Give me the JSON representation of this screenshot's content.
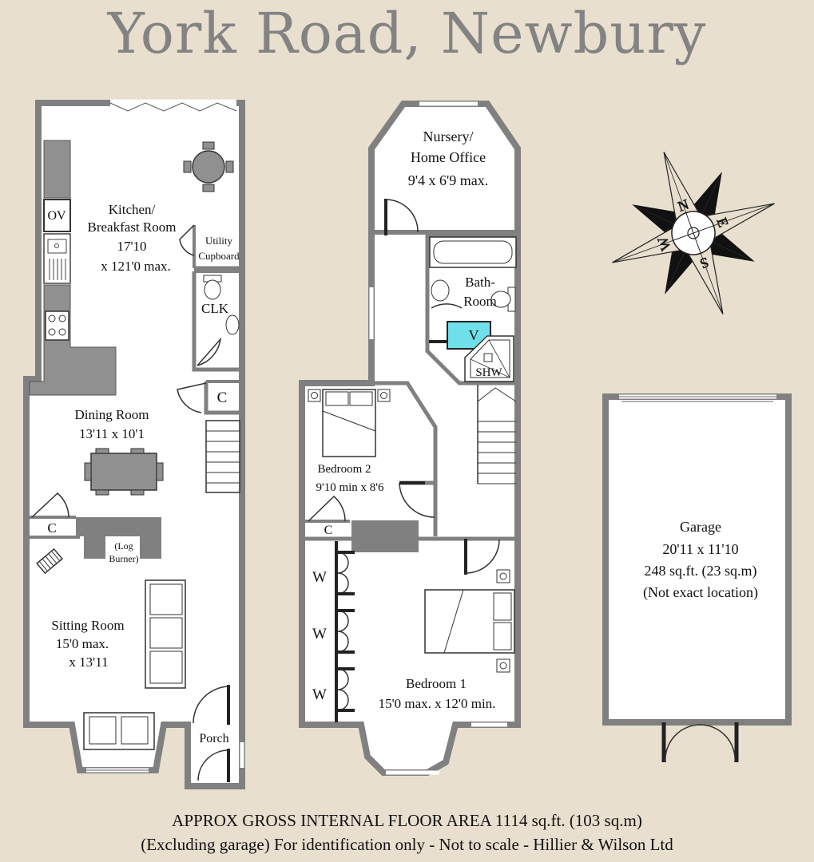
{
  "title": "York Road, Newbury",
  "ground_floor": {
    "kitchen": {
      "name_line1": "Kitchen/",
      "name_line2": "Breakfast Room",
      "dim_line1": "17'10",
      "dim_line2": "x 121'0 max."
    },
    "oven": "OV",
    "utility": {
      "line1": "Utility",
      "line2": "Cupboard"
    },
    "clk": "CLK",
    "cupboard_stairs": "C",
    "dining": {
      "name": "Dining Room",
      "dims": "13'11 x 10'1"
    },
    "cupboard_dining": "C",
    "log_burner": {
      "line1": "(Log",
      "line2": "Burner)"
    },
    "sitting": {
      "name": "Sitting Room",
      "dim_line1": "15'0 max.",
      "dim_line2": "x 13'11"
    },
    "porch": "Porch"
  },
  "first_floor": {
    "nursery": {
      "line1": "Nursery/",
      "line2": "Home Office",
      "dims": "9'4 x 6'9 max."
    },
    "bathroom": {
      "line1": "Bath-",
      "line2": "Room"
    },
    "vessel": "V",
    "shower": "SHW",
    "bedroom2": {
      "name": "Bedroom 2",
      "dims": "9'10 min x 8'6"
    },
    "cupboard_bed2": "C",
    "wardrobes": [
      "W",
      "W",
      "W"
    ],
    "bedroom1": {
      "name": "Bedroom 1",
      "dims": "15'0 max. x 12'0 min."
    }
  },
  "garage": {
    "name": "Garage",
    "dims": "20'11 x 11'10",
    "area": "248 sq.ft. (23 sq.m)",
    "note": "(Not exact location)"
  },
  "compass": {
    "north": "N",
    "east": "E",
    "south": "S",
    "west": "W"
  },
  "footer": {
    "line1": "APPROX GROSS INTERNAL FLOOR AREA 1114 sq.ft. (103 sq.m)",
    "line2": "(Excluding garage)  For identification only - Not to scale - Hillier & Wilson Ltd"
  },
  "colors": {
    "background": "#e8dfcf",
    "floor": "#ffffff",
    "wall": "#808080",
    "title": "#838383",
    "highlight": "#6fe0ea"
  }
}
